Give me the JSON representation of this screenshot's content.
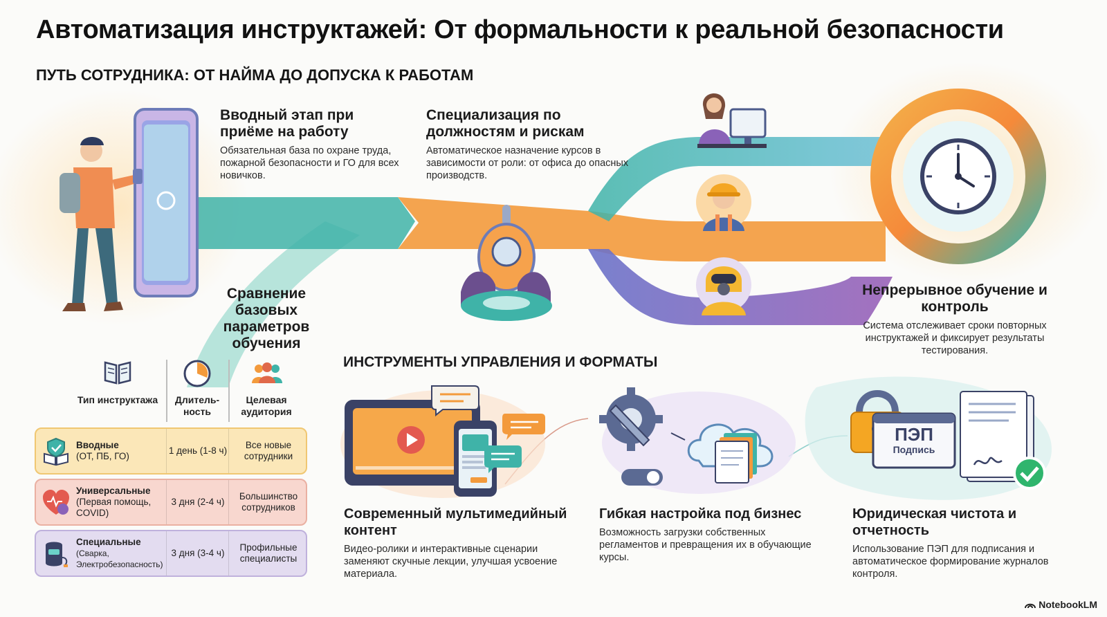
{
  "title": "Автоматизация инструктажей: От формальности к реальной безопасности",
  "subtitle": "ПУТЬ СОТРУДНИКА: ОТ НАЙМА ДО ДОПУСКА К РАБОТАМ",
  "stages": {
    "intro": {
      "title": "Вводный этап при приёме на работу",
      "desc": "Обязательная база по охране труда, пожарной безопасности и ГО для всех новичков."
    },
    "specialization": {
      "title": "Специализация по должностям и рискам",
      "desc": "Автоматическое назначение курсов в зависимости от роли: от офиса до опасных производств."
    },
    "continuous": {
      "title": "Непрерывное обучение и контроль",
      "desc": "Система отслеживает сроки повторных инструктажей и фиксирует результаты тестирования."
    }
  },
  "comparison": {
    "title": "Сравнение базовых параметров обучения",
    "headers": [
      "Тип инструктажа",
      "Длитель-ность",
      "Целевая аудитория"
    ],
    "rows": [
      {
        "type": "Вводные",
        "sub": "(ОТ, ПБ, ГО)",
        "duration": "1 день (1-8 ч)",
        "audience": "Все новые сотрудники"
      },
      {
        "type": "Универсальные",
        "sub": "(Первая помощь, COVID)",
        "duration": "3 дня (2-4 ч)",
        "audience": "Большинство сотрудников"
      },
      {
        "type": "Специальные",
        "sub": "(Сварка, Электробезопасность)",
        "duration": "3 дня (3-4 ч)",
        "audience": "Профильные специалисты"
      }
    ]
  },
  "tools": {
    "title": "ИНСТРУМЕНТЫ УПРАВЛЕНИЯ И ФОРМАТЫ",
    "items": [
      {
        "title": "Современный мультимедийный контент",
        "desc": "Видео-ролики и интерактивные сценарии заменяют скучные лекции, улучшая усвоение материала."
      },
      {
        "title": "Гибкая настройка под бизнес",
        "desc": "Возможность загрузки собственных регламентов и превращения их в обучающие курсы."
      },
      {
        "title": "Юридическая чистота и отчетность",
        "desc": "Использование ПЭП для подписания и автоматическое формирование журналов контроля."
      }
    ]
  },
  "pep": {
    "label": "ПЭП",
    "sub": "Подпись"
  },
  "brand": "NotebookLM",
  "colors": {
    "teal": "#3fb3a8",
    "orange": "#f39a3c",
    "purple": "#8a62b8",
    "yellow": "#fde3a0"
  }
}
